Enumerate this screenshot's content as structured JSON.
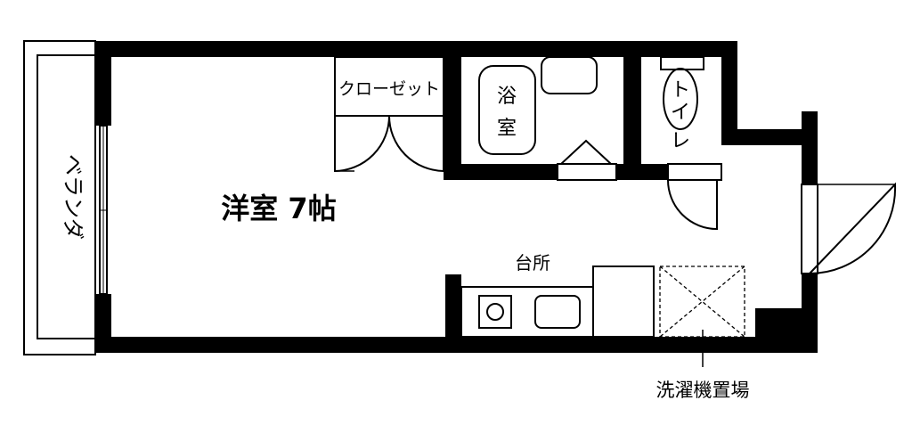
{
  "rooms": {
    "main": "洋室 7帖",
    "closet": "クローゼット",
    "bath": "浴室",
    "toilet": "トイレ",
    "kitchen": "台所",
    "balcony": "ベランダ",
    "washer": "洗濯機置場"
  }
}
